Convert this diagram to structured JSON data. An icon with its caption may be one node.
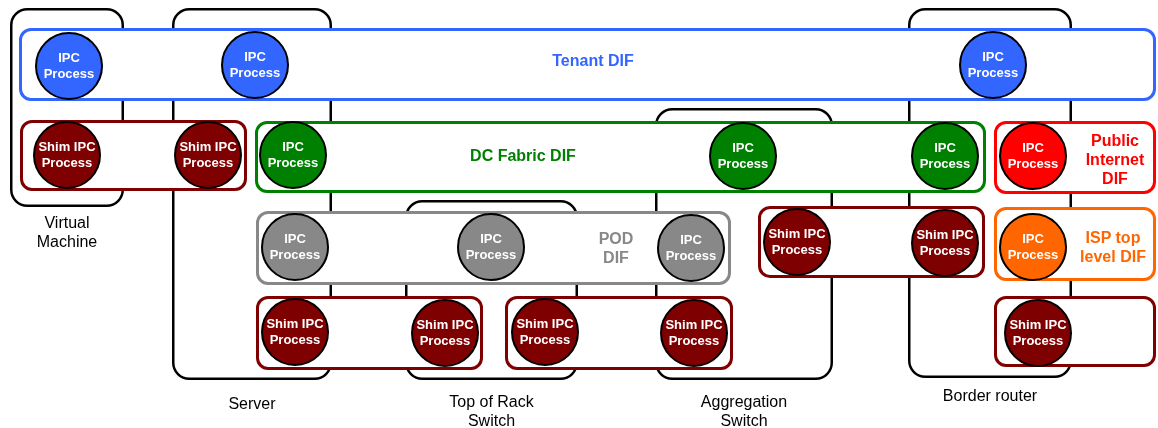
{
  "diagram": {
    "nodes": [
      {
        "text": [],
        "shape": "box",
        "beside": [
          "Virtual Machine"
        ]
      },
      {
        "text": [],
        "shape": "box",
        "beside": [
          "Server"
        ]
      },
      {
        "text": [],
        "shape": "box",
        "beside": [
          "Border router"
        ]
      },
      {
        "text": [],
        "shape": "box",
        "beside": [
          "Aggregation Switch"
        ]
      },
      {
        "text": [],
        "shape": "box",
        "beside": [
          "Top of Rack Switch"
        ]
      },
      {
        "text": [
          "Tenant DIF"
        ]
      },
      {
        "text": [
          "IPC Process"
        ]
      },
      {
        "text": [
          "IPC Process"
        ]
      },
      {
        "text": [
          "IPC Process"
        ]
      },
      {
        "text": [],
        "shape": "box"
      },
      {
        "text": [
          "Shim IPC Process"
        ]
      },
      {
        "text": [
          "Shim IPC Process"
        ]
      },
      {
        "text": [
          "DC Fabric DIF"
        ]
      },
      {
        "text": [
          "IPC Process"
        ]
      },
      {
        "text": [
          "IPC Process"
        ]
      },
      {
        "text": [
          "IPC Process"
        ]
      },
      {
        "text": [
          "Public Internet DIF"
        ]
      },
      {
        "text": [
          "IPC Process"
        ]
      },
      {
        "text": [
          "POD DIF"
        ]
      },
      {
        "text": [
          "IPC Process"
        ]
      },
      {
        "text": [
          "IPC Process"
        ]
      },
      {
        "text": [
          "IPC Process"
        ]
      },
      {
        "text": [],
        "shape": "box"
      },
      {
        "text": [
          "Shim IPC Process"
        ]
      },
      {
        "text": [
          "Shim IPC Process"
        ]
      },
      {
        "text": [
          "ISP top level DIF"
        ]
      },
      {
        "text": [
          "IPC Process"
        ]
      },
      {
        "text": [],
        "shape": "box"
      },
      {
        "text": [
          "Shim IPC Process"
        ]
      },
      {
        "text": [
          "Shim IPC Process"
        ]
      },
      {
        "text": [],
        "shape": "box"
      },
      {
        "text": [
          "Shim IPC Process"
        ]
      },
      {
        "text": [
          "Shim IPC Process"
        ]
      },
      {
        "text": [],
        "shape": "box"
      },
      {
        "text": [
          "Shim IPC Process"
        ]
      }
    ]
  }
}
